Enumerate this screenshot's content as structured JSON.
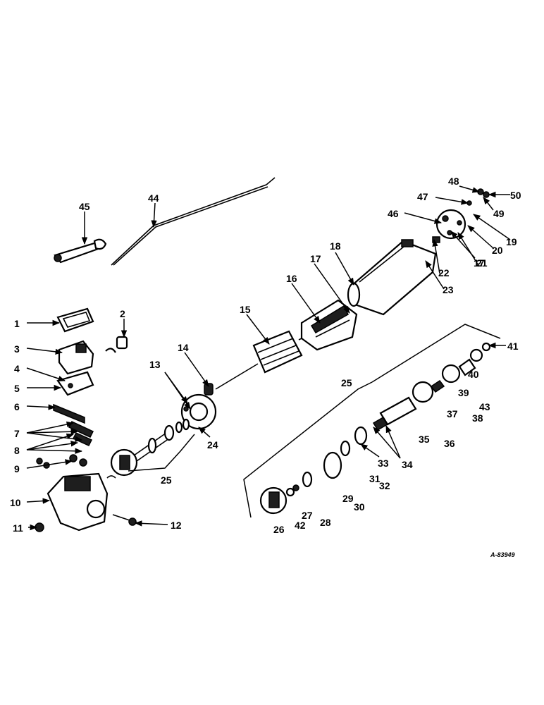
{
  "drawing_ref": "A-83949",
  "callouts": [
    "1",
    "2",
    "3",
    "4",
    "5",
    "6",
    "7",
    "8",
    "9",
    "10",
    "11",
    "12",
    "13",
    "14",
    "15",
    "16",
    "17",
    "17",
    "18",
    "19",
    "20",
    "21",
    "22",
    "23",
    "24",
    "25",
    "25",
    "26",
    "27",
    "28",
    "29",
    "30",
    "31",
    "32",
    "33",
    "34",
    "35",
    "36",
    "37",
    "38",
    "39",
    "40",
    "41",
    "42",
    "43",
    "44",
    "45",
    "46",
    "47",
    "48",
    "49",
    "50"
  ]
}
